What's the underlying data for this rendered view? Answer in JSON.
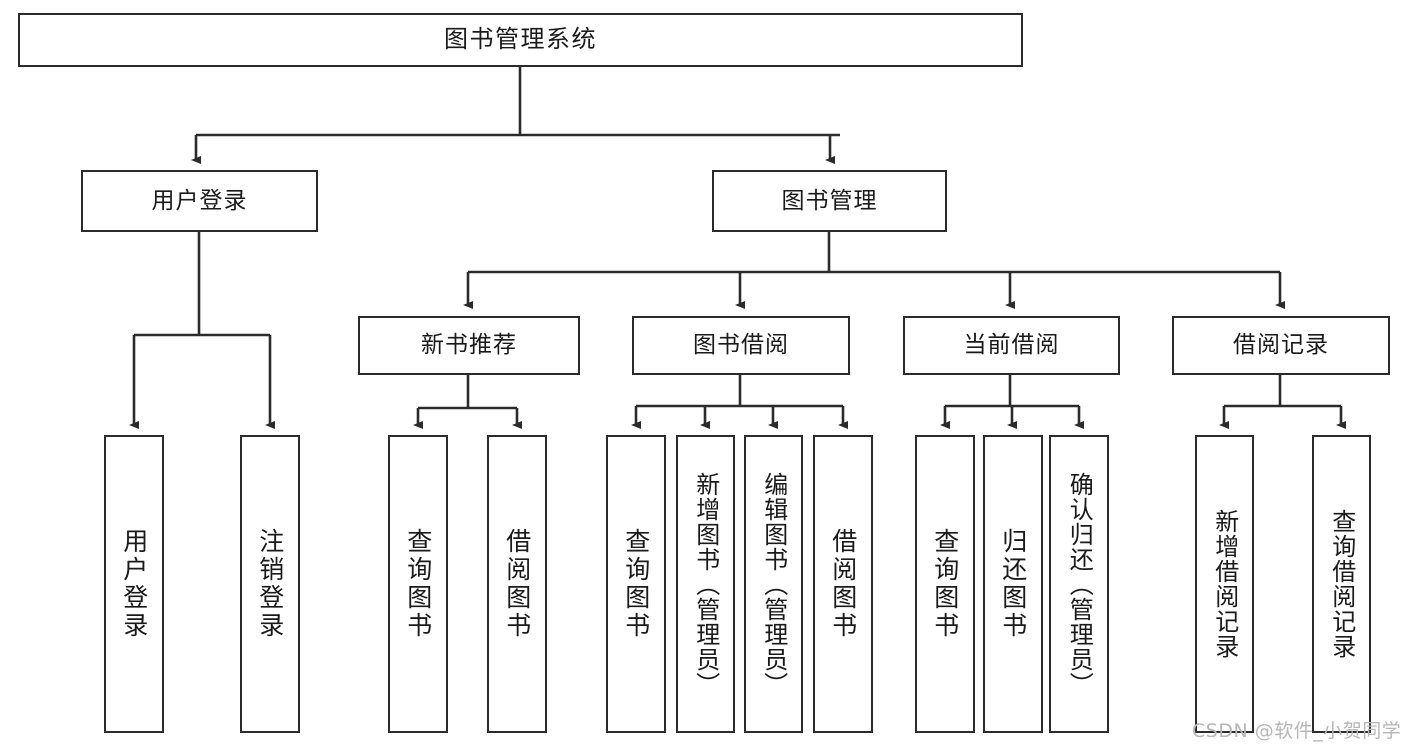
{
  "diagram": {
    "title": "图书管理系统",
    "type": "tree",
    "root": {
      "label": "图书管理系统"
    },
    "level2": [
      {
        "label": "用户登录"
      },
      {
        "label": "图书管理"
      }
    ],
    "level3": [
      {
        "label": "新书推荐"
      },
      {
        "label": "图书借阅"
      },
      {
        "label": "当前借阅"
      },
      {
        "label": "借阅记录"
      }
    ],
    "leaves": {
      "user_login": [
        {
          "label": "用户登录"
        },
        {
          "label": "注销登录"
        }
      ],
      "new_book_recommend": [
        {
          "label": "查询图书"
        },
        {
          "label": "借阅图书"
        }
      ],
      "book_borrow": [
        {
          "label": "查询图书"
        },
        {
          "label": "新增图书（管理员）"
        },
        {
          "label": "编辑图书（管理员）"
        },
        {
          "label": "借阅图书"
        }
      ],
      "current_borrow": [
        {
          "label": "查询图书"
        },
        {
          "label": "归还图书"
        },
        {
          "label": "确认归还（管理员）"
        }
      ],
      "borrow_record": [
        {
          "label": "新增借阅记录"
        },
        {
          "label": "查询借阅记录"
        }
      ]
    }
  },
  "watermark": {
    "text": "CSDN @软件_小贺同学"
  },
  "colors": {
    "stroke": "#2b2b2b",
    "background": "#ffffff",
    "text": "#1a1a1a",
    "watermark": "#b6b6b6"
  }
}
